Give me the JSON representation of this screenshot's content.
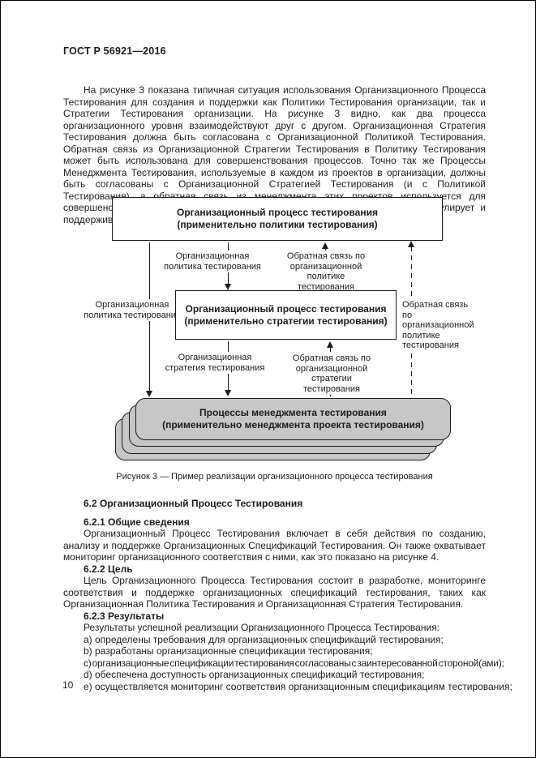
{
  "page": {
    "header": "ГОСТ Р 56921—2016",
    "number": "10"
  },
  "colors": {
    "box_fill": "#c7c7c7",
    "line": "#1a1a1a"
  },
  "intro": {
    "text": "На рисунке 3 показана типичная ситуация использования Организационного Процесса Тестирования для создания и поддержки как Политики Тестирования организации, так и Стратегии Тестирования организации. На рисунке 3 видно, как два процесса организационного уровня взаимодействуют друг с другом. Организационная Стратегия Тестирования должна быть согласована с Организационной Политикой Тестирования. Обратная связь из Организационной Стратегии Тестирования в Политику Тестирования может быть использована для совершенствования процессов. Точно так же Процессы Менеджмента Тестирования, используемые в каждом из проектов в организации, должны быть согласованы с Организационной Стратегией Тестирования (и с Политикой Тестирования), а обратная связь из менеджмента этих проектов используется для совершенствования Организационного Процесса Тестирования, который формулирует и поддерживает Организационные Спецификации Тестирования."
  },
  "figure": {
    "caption": "Рисунок 3 — Пример реализации организационного процесса тестирования",
    "box_policy": "Организационный процесс тестирования\n(применительно политики тестирования)",
    "box_strategy": "Организационный процесс тестирования\n(применительно стратегии тестирования)",
    "box_management": "Процессы менеджмента тестирования\n(применительно менеджмента проекта тестирования)",
    "label_policy_left": "Организационная\nполитика тестирования",
    "label_policy_down": "Организационная\nполитика тестирования",
    "label_policy_feedback": "Обратная связь по\nорганизационной политике\nтестирования",
    "label_strategy_down": "Организационная\nстратегия тестирования",
    "label_strategy_feedback": "Обратная связь по\nорганизационной стратегии\nтестирования",
    "label_policy_feedback_right": "Обратная связь\nпо организационной\nполитике\nтестирования"
  },
  "sections": {
    "s62": {
      "title": "6.2 Организационный Процесс Тестирования"
    },
    "s621": {
      "title": "6.2.1 Общие сведения",
      "body": "Организационный Процесс Тестирования включает в себя действия по созданию, анализу и поддержке Организационных Спецификаций Тестирования. Он также охватывает мониторинг организационного соответствия с ними, как это показано на рисунке 4."
    },
    "s622": {
      "title": "6.2.2 Цель",
      "body": "Цель Организационного Процесса Тестирования состоит в разработке, мониторинге соответствия и поддержке организационных спецификаций тестирования, таких как Организационная Политика Тестирования и Организационная Стратегия Тестирования."
    },
    "s623": {
      "title": "6.2.3 Результаты",
      "lead": "Результаты успешной реализации Организационного Процесса Тестирования:",
      "items": [
        "a) определены требования для организационных спецификаций тестирования;",
        "b) разработаны организационные спецификации тестирования;",
        "c) организационные спецификации тестирования согласованы с заинтересованной стороной(ами);",
        "d) обеспечена доступность организационных спецификаций тестирования;",
        "e) осуществляется мониторинг соответствия организационным спецификациям тестирования;"
      ]
    }
  }
}
